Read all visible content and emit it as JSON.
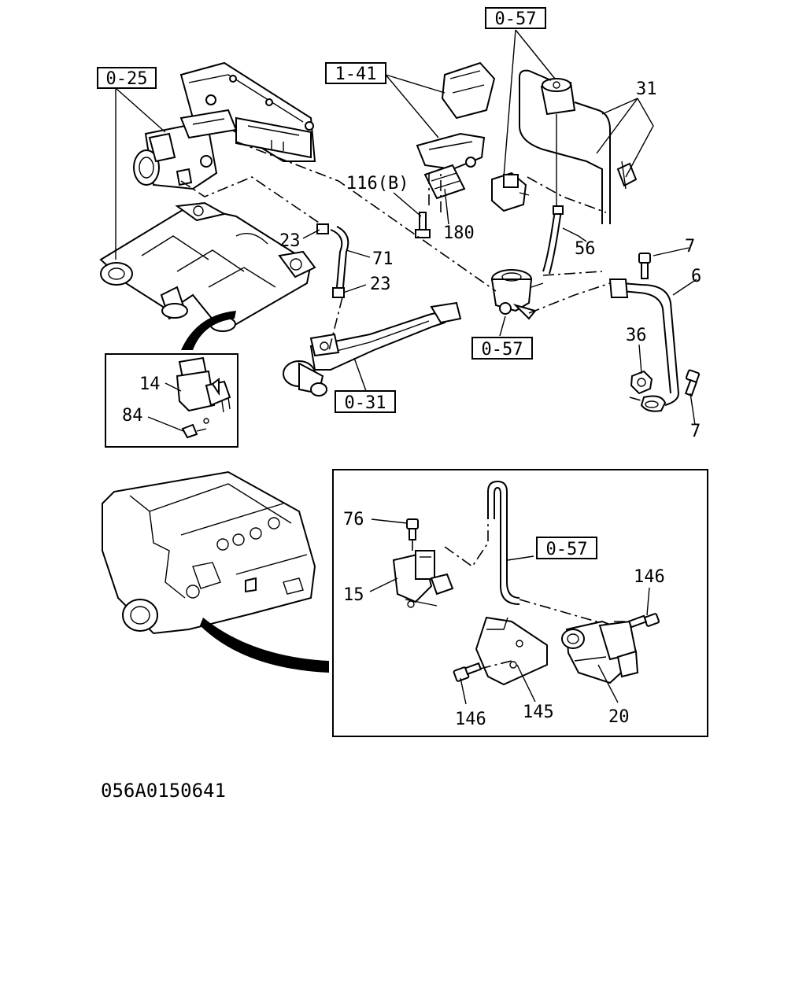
{
  "diagram": {
    "ref_boxes": {
      "r025": "0-25",
      "r141": "1-41",
      "r057_top": "0-57",
      "r057_mid": "0-57",
      "r031": "0-31",
      "r057_inset": "0-57"
    },
    "labels": {
      "l31": "31",
      "l116b": "116(B)",
      "l180": "180",
      "l23a": "23",
      "l71": "71",
      "l23b": "23",
      "l56": "56",
      "l7a": "7",
      "l6": "6",
      "l36": "36",
      "l7b": "7",
      "l14": "14",
      "l84": "84",
      "l76": "76",
      "l15": "15",
      "l146a": "146",
      "l146b": "146",
      "l145": "145",
      "l20": "20"
    },
    "code": "056A0150641"
  }
}
